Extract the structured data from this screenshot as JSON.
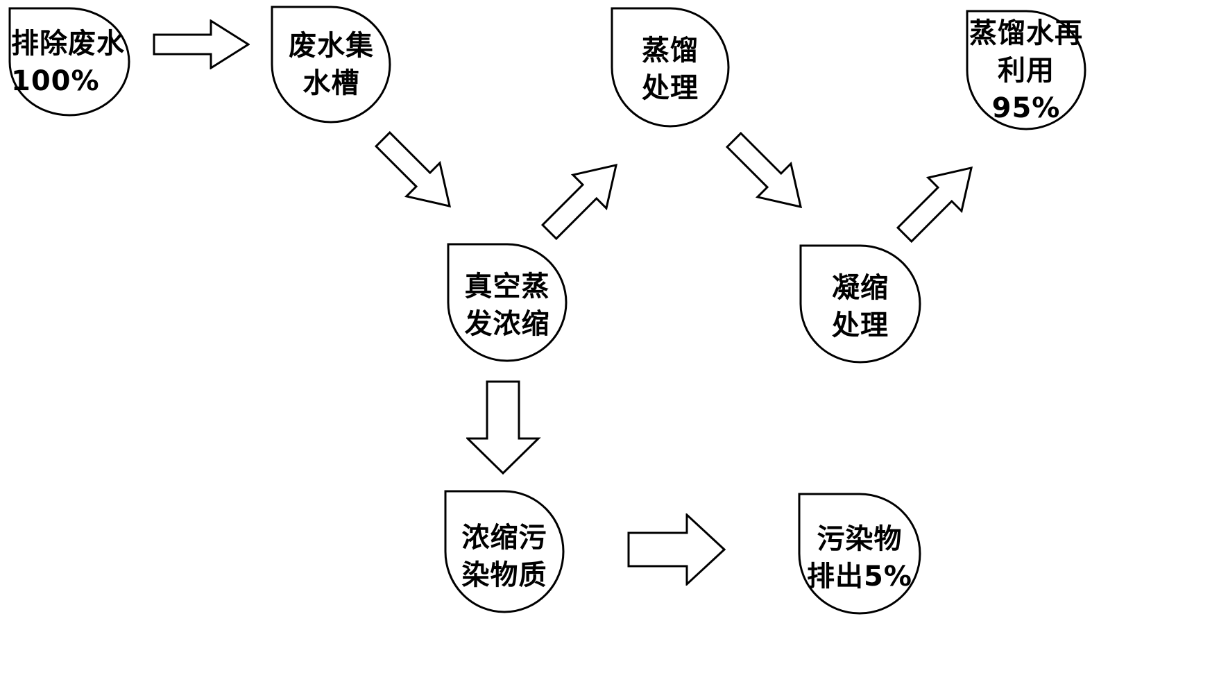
{
  "diagram": {
    "nodes": {
      "discharge": {
        "line1": "排除废水",
        "line2": "100%"
      },
      "collection_tank": {
        "line1": "废水集",
        "line2": "水槽"
      },
      "distillation": {
        "line1": "蒸馏",
        "line2": "处理"
      },
      "reuse": {
        "line1": "蒸馏水再",
        "line2": "利用95%"
      },
      "vacuum_evaporation": {
        "line1": "真空蒸",
        "line2": "发浓缩"
      },
      "condensation": {
        "line1": "凝缩",
        "line2": "处理"
      },
      "concentrated_pollutants": {
        "line1": "浓缩污",
        "line2": "染物质"
      },
      "pollutant_discharge": {
        "line1": "污染物",
        "line2": "排出5%"
      }
    },
    "colors": {
      "stroke": "#000000",
      "fill": "#ffffff",
      "text": "#000000"
    }
  }
}
